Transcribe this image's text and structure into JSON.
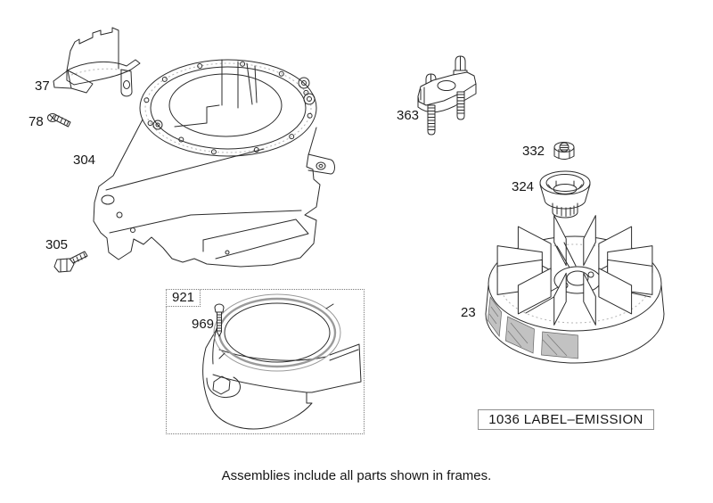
{
  "callouts": {
    "part_37": "37",
    "part_78": "78",
    "part_304": "304",
    "part_305": "305",
    "part_363": "363",
    "part_332": "332",
    "part_324": "324",
    "part_23": "23",
    "part_969": "969",
    "frame_921": "921"
  },
  "emission_label": "1036 LABEL–EMISSION",
  "footnote": "Assemblies include all parts shown in frames.",
  "colors": {
    "background": "#ffffff",
    "line": "#2b2b2b",
    "gray_line": "#9a9a9a",
    "shade_fill": "#c2c2c2",
    "frame_border": "#7a7a7a"
  }
}
